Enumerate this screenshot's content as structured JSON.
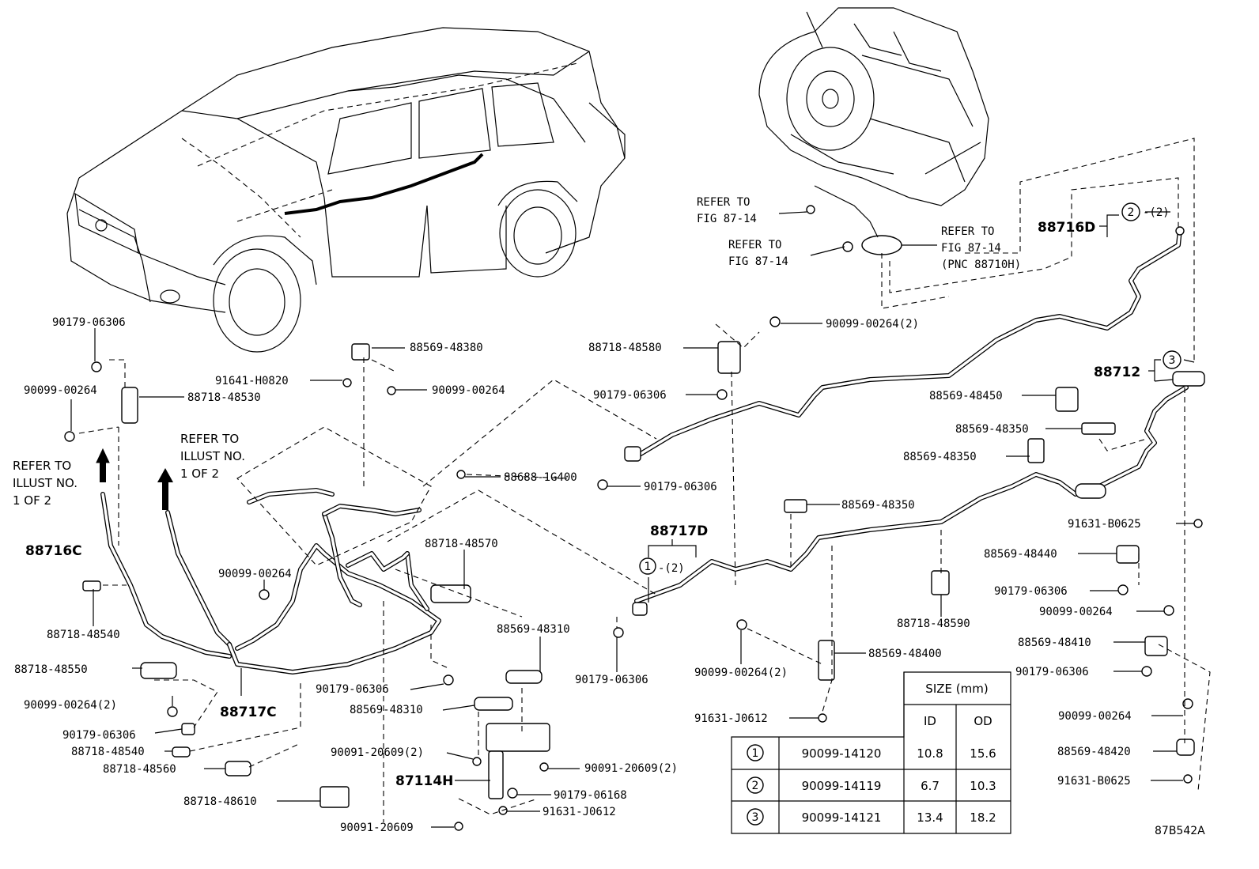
{
  "refer_notes": {
    "illust_left": [
      "REFER TO",
      "ILLUST NO.",
      "1 OF 2"
    ],
    "illust_mid": [
      "REFER TO",
      "ILLUST NO.",
      "1 OF 2"
    ],
    "fig_a": [
      "REFER TO",
      "FIG 87-14"
    ],
    "fig_b": [
      "REFER TO",
      "FIG 87-14"
    ],
    "fig_c": [
      "REFER TO",
      "FIG 87-14",
      "(PNC 88710H)"
    ]
  },
  "parts": {
    "p_90179_06306_a": "90179-06306",
    "p_90099_00264_a": "90099-00264",
    "p_88718_48530": "88718-48530",
    "p_88716c": "88716C",
    "p_88718_48540_a": "88718-48540",
    "p_88718_48550": "88718-48550",
    "p_90099_00264_2a": "90099-00264(2)",
    "p_90179_06306_b": "90179-06306",
    "p_88718_48540_b": "88718-48540",
    "p_88718_48560": "88718-48560",
    "p_88717c": "88717C",
    "p_88569_48380": "88569-48380",
    "p_91641_h0820": "91641-H0820",
    "p_90099_00264_b": "90099-00264",
    "p_88718_48580": "88718-48580",
    "p_90099_00264_2b": "90099-00264(2)",
    "p_90179_06306_c": "90179-06306",
    "p_88688_1g400": "88688-1G400",
    "p_90179_06306_d": "90179-06306",
    "p_88718_48570": "88718-48570",
    "p_90099_00264_c": "90099-00264",
    "p_88569_48310_a": "88569-48310",
    "p_90179_06306_e": "90179-06306",
    "p_88569_48310_b": "88569-48310",
    "p_90091_20609_2a": "90091-20609(2)",
    "p_90091_20609_2b": "90091-20609(2)",
    "p_87114h": "87114H",
    "p_90179_06168": "90179-06168",
    "p_88718_48610": "88718-48610",
    "p_91631_j0612_a": "91631-J0612",
    "p_90091_20609": "90091-20609",
    "p_88717d": "88717D",
    "p_circle1_qty": "-(2)",
    "p_90179_06306_f": "90179-06306",
    "p_88569_48350_a": "88569-48350",
    "p_88569_48350_b": "88569-48350",
    "p_88569_48350_c": "88569-48350",
    "p_88569_48450": "88569-48450",
    "p_88716d": "88716D",
    "p_circle2_qty": "-(2)",
    "p_88712": "88712",
    "p_91631_b0625_a": "91631-B0625",
    "p_88569_48440": "88569-48440",
    "p_90179_06306_g": "90179-06306",
    "p_90099_00264_d": "90099-00264",
    "p_88569_48410": "88569-48410",
    "p_90179_06306_h": "90179-06306",
    "p_90099_00264_e": "90099-00264",
    "p_88569_48420": "88569-48420",
    "p_91631_b0625_b": "91631-B0625",
    "p_88718_48590": "88718-48590",
    "p_88569_48400": "88569-48400",
    "p_90099_00264_2c": "90099-00264(2)",
    "p_91631_j0612_b": "91631-J0612"
  },
  "circle_refs": {
    "c1": "1",
    "c2": "2",
    "c3": "3"
  },
  "size_table": {
    "header": "SIZE (mm)",
    "col_id": "ID",
    "col_od": "OD",
    "rows": [
      {
        "num": "1",
        "part": "90099-14120",
        "id": "10.8",
        "od": "15.6"
      },
      {
        "num": "2",
        "part": "90099-14119",
        "id": "6.7",
        "od": "10.3"
      },
      {
        "num": "3",
        "part": "90099-14121",
        "id": "13.4",
        "od": "18.2"
      }
    ]
  },
  "figure_code": "87B542A"
}
